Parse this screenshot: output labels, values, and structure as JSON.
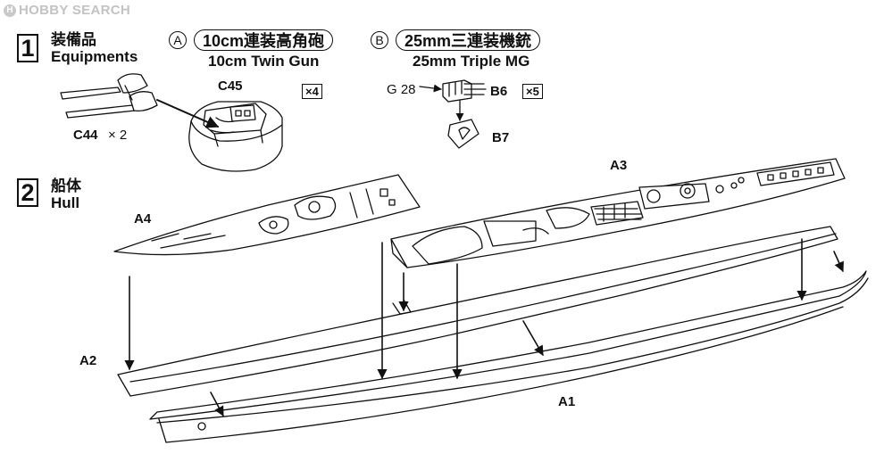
{
  "watermark": {
    "icon": "H",
    "text": "HOBBY SEARCH"
  },
  "step1": {
    "number": "1",
    "title_jp": "装備品",
    "title_en": "Equipments",
    "partA": {
      "letter": "A",
      "name_jp": "10cm連装高角砲",
      "name_en": "10cm Twin Gun",
      "qty": "×4"
    },
    "partB": {
      "letter": "B",
      "name_jp": "25mm三連装機銃",
      "name_en": "25mm Triple MG",
      "qty": "×5"
    },
    "labels": {
      "c45": "C45",
      "c44": "C44",
      "c44_qty": "× 2",
      "g28": "G 28",
      "b6": "B6",
      "b7": "B7"
    }
  },
  "step2": {
    "number": "2",
    "title_jp": "船体",
    "title_en": "Hull",
    "labels": {
      "a1": "A1",
      "a2": "A2",
      "a3": "A3",
      "a4": "A4"
    }
  }
}
